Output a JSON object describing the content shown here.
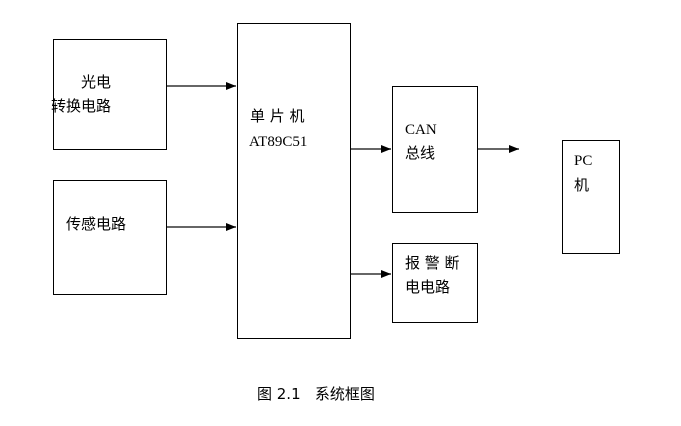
{
  "blocks": {
    "photo": {
      "line1": "光电",
      "line2": "转换电路"
    },
    "sensor": {
      "line1": "传感电路"
    },
    "mcu": {
      "line1": "单 片 机",
      "line2": "AT89C51"
    },
    "can": {
      "line1": "CAN",
      "line2": "总线"
    },
    "alarm": {
      "line1": "报 警 断",
      "line2": "电电路"
    },
    "pc": {
      "line1": "PC",
      "line2": "机"
    }
  },
  "connections": [
    {
      "from": "photo",
      "to": "mcu"
    },
    {
      "from": "sensor",
      "to": "mcu"
    },
    {
      "from": "mcu",
      "to": "can"
    },
    {
      "from": "can",
      "to": "pc"
    },
    {
      "from": "mcu",
      "to": "alarm"
    }
  ],
  "caption": "图 2.1   系统框图"
}
